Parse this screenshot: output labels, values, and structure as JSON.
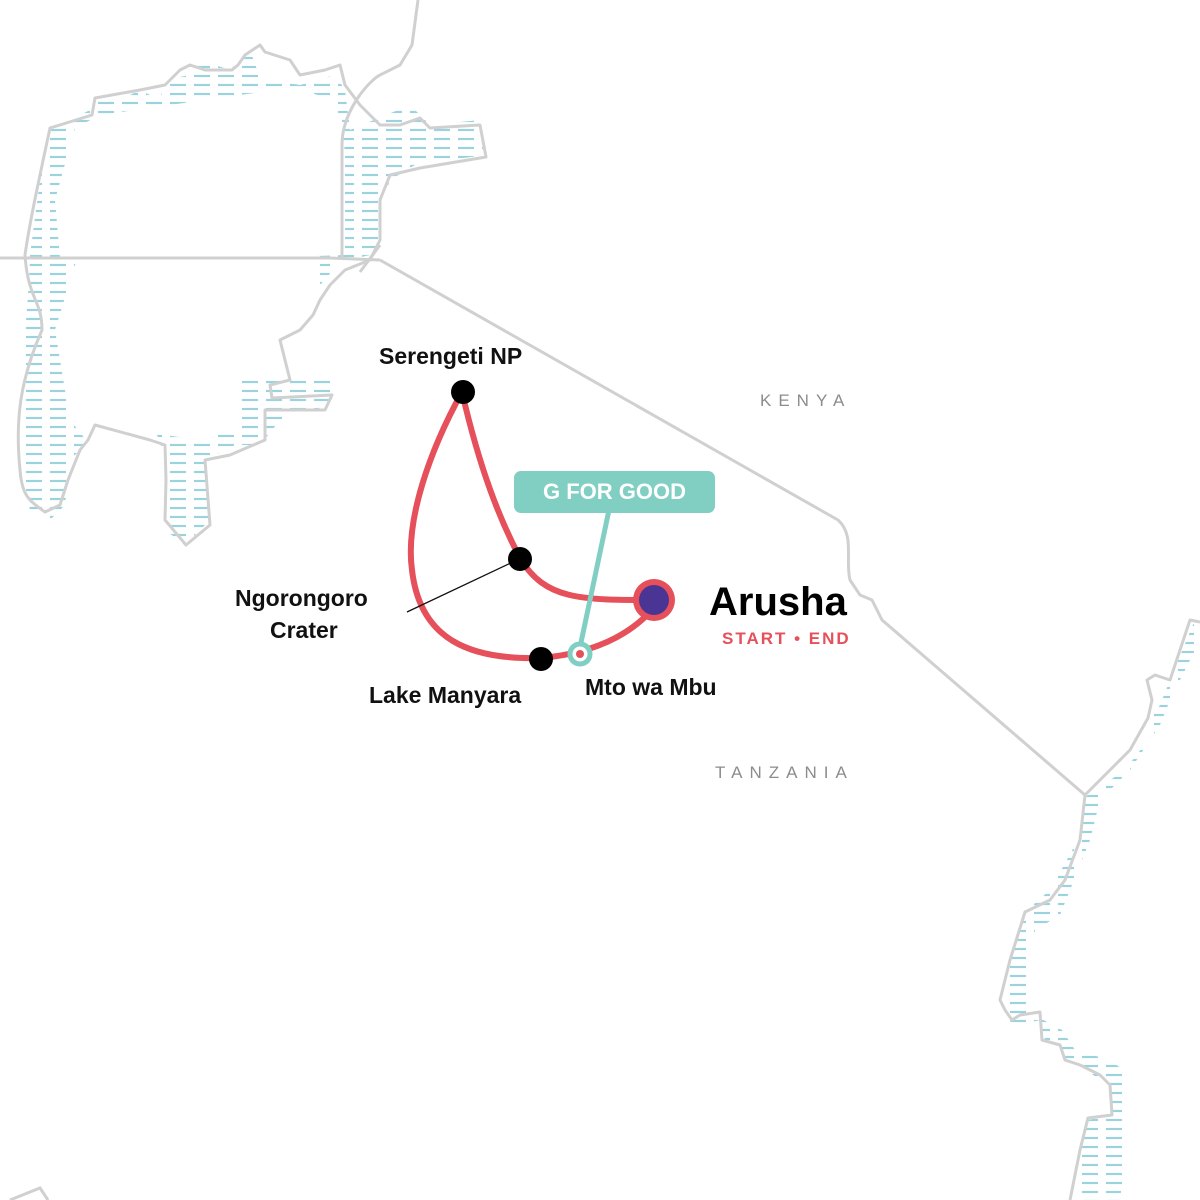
{
  "map": {
    "countries": [
      {
        "name": "KENYA"
      },
      {
        "name": "TANZANIA"
      }
    ],
    "route_color": "#e5505a",
    "water_color": "#9ad3de",
    "border_color": "#d0d0d0",
    "stops": [
      {
        "name": "Serengeti NP",
        "type": "stop"
      },
      {
        "name": "Ngorongoro Crater",
        "line1": "Ngorongoro",
        "line2": "Crater",
        "type": "stop"
      },
      {
        "name": "Lake Manyara",
        "type": "stop"
      },
      {
        "name": "Mto wa Mbu",
        "type": "g-for-good"
      },
      {
        "name": "Arusha",
        "type": "start-end",
        "subtitle": "START • END"
      }
    ],
    "badge": {
      "label": "G FOR GOOD",
      "color": "#80cfc2"
    },
    "start_end_marker_color": "#4b3594"
  }
}
